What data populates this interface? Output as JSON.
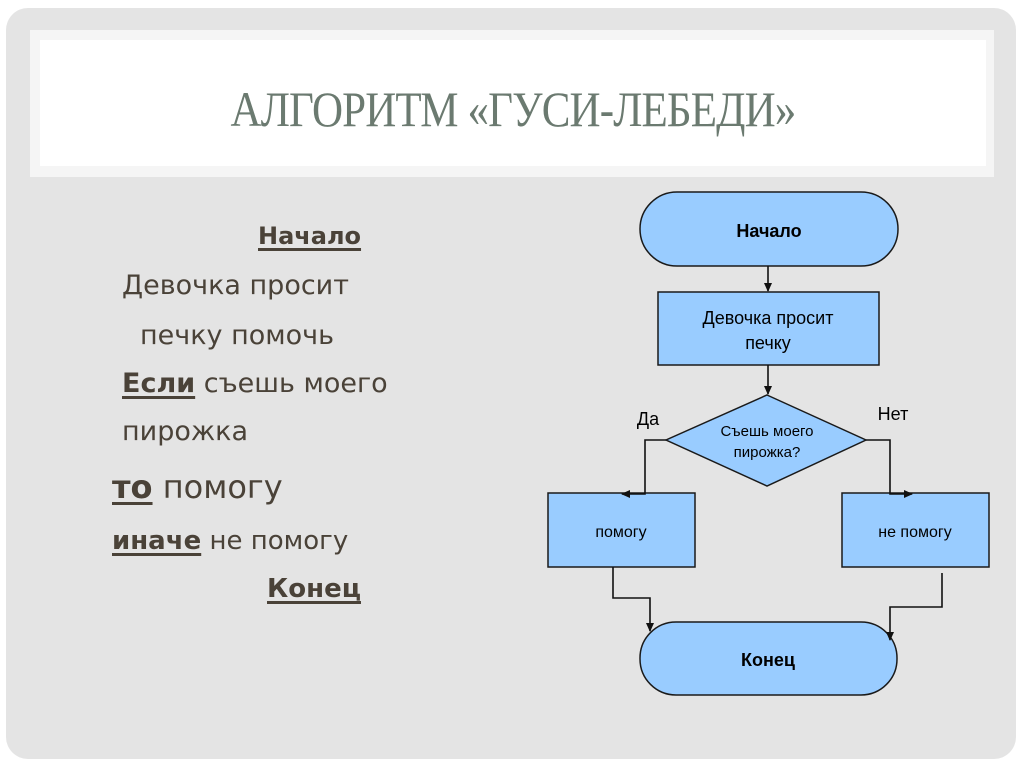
{
  "title": "АЛГОРИТМ «ГУСИ-ЛЕБЕДИ»",
  "algorithm_text": {
    "start": "Начало",
    "line2": "Девочка просит",
    "line3": "печку помочь",
    "if_kw": "Если",
    "if_rest": " съешь моего",
    "line5": "пирожка",
    "then_kw": "то",
    "then_rest": " помогу",
    "else_kw": "иначе",
    "else_rest": " не помогу",
    "end": "Конец"
  },
  "flowchart": {
    "start_label": "Начало",
    "process_line1": "Девочка просит",
    "process_line2": "печку",
    "decision_line1": "Съешь моего",
    "decision_line2": "пирожка?",
    "yes_label": "Да",
    "no_label": "Нет",
    "yes_action": "помогу",
    "no_action": "не помогу",
    "end_label": "Конец",
    "fill_color": "#99ccff",
    "stroke_color": "#1a1a1a"
  }
}
